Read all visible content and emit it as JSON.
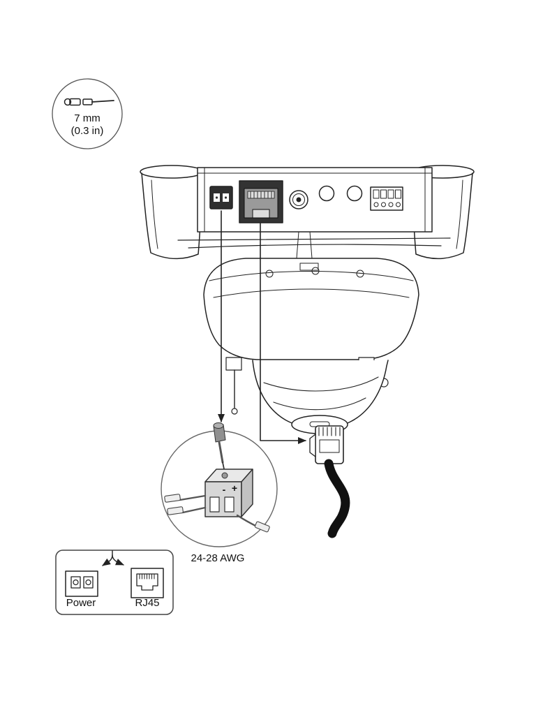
{
  "ink_color": "#222222",
  "strip_gauge": {
    "length_mm": "7 mm",
    "length_in": "(0.3 in)"
  },
  "terminal_detail": {
    "polarity_minus": "-",
    "polarity_plus": "+",
    "wire_gauge": "24-28 AWG"
  },
  "legend": {
    "power_label": "Power",
    "rj45_label": "RJ45"
  }
}
